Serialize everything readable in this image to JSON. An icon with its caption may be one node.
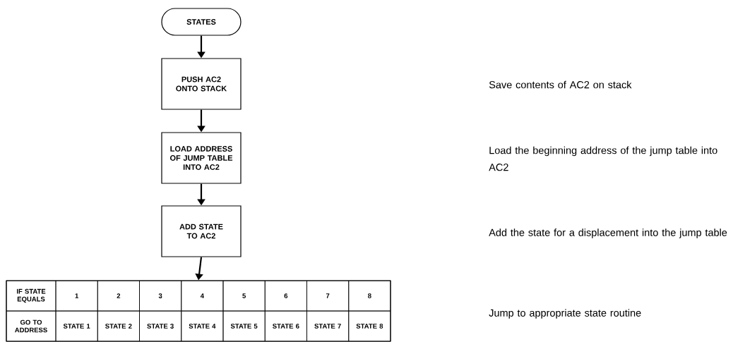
{
  "diagram": {
    "nodes": [
      {
        "text": [
          "STATES"
        ]
      },
      {
        "text": [
          "PUSH AC2 ONTO STACK"
        ]
      },
      {
        "text": [
          "LOAD ADDRESS OF JUMP TABLE INTO AC2"
        ]
      },
      {
        "text": [
          "ADD STATE TO AC2"
        ]
      },
      {
        "text": [
          "IF STATE EQUALS",
          "1",
          "2",
          "3",
          "4",
          "5",
          "6",
          "7",
          "8",
          "GO TO ADDRESS",
          "STATE 1",
          "STATE 2",
          "STATE 3",
          "STATE 4",
          "STATE 5",
          "STATE 6",
          "STATE 7",
          "STATE 8"
        ]
      }
    ],
    "edges": [
      {
        "from": 0,
        "to": 1,
        "arrow": "to"
      },
      {
        "from": 1,
        "to": 2,
        "arrow": "to"
      },
      {
        "from": 2,
        "to": 3,
        "arrow": "to"
      },
      {
        "from": 3,
        "to": 4,
        "arrow": "to"
      }
    ],
    "labels": [
      "Save contents of AC2 on stack",
      "Load the beginning address of the jump table into AC2",
      "Add the state for a displacement into the jump table",
      "Jump to appropriate state routine"
    ]
  }
}
